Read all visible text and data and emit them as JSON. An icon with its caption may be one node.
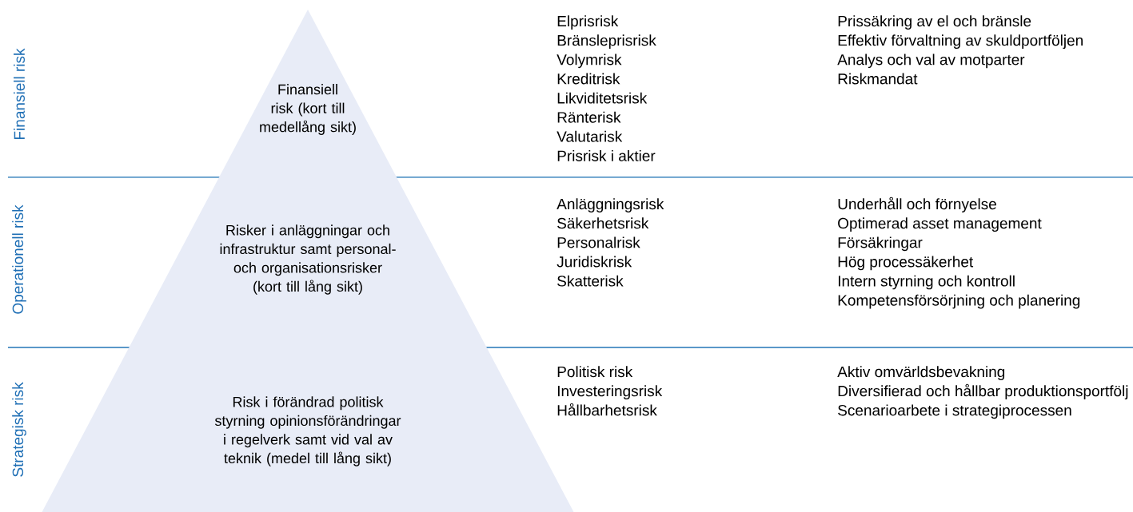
{
  "diagram": {
    "nodes": [
      {
        "text": [
          "Finansiell risk (kort till medellång sikt)"
        ]
      },
      {
        "text": [
          "Risker i anläggningar och infrastruktur samt personal- och organisationsrisker (kort till lång sikt)"
        ]
      },
      {
        "text": [
          "Risk i förändrad politisk styrning opinionsförändringar i regelverk samt vid val av teknik (medel till lång sikt)"
        ]
      }
    ],
    "labels": [
      "Finansiell risk",
      "Elprisrisk",
      "Bränsleprisrisk",
      "Volymrisk",
      "Kreditrisk",
      "Likviditetsrisk",
      "Ränterisk",
      "Valutarisk",
      "Prisrisk i aktier",
      "Prissäkring av el och bränsle",
      "Effektiv förvaltning av skuldportföljen",
      "Analys och val av motparter",
      "Riskmandat",
      "Operationell risk",
      "Anläggningsrisk",
      "Säkerhetsrisk",
      "Personalrisk",
      "Juridiskrisk",
      "Skatterisk",
      "Underhåll och förnyelse",
      "Optimerad asset management",
      "Försäkringar",
      "Hög processäkerhet",
      "Intern styrning och kontroll",
      "Kompetensförsörjning och planering",
      "Strategisk risk",
      "Politisk risk",
      "Investeringsrisk",
      "Hållbarhetsrisk",
      "Aktiv omvärldsbevakning",
      "Diversifierad och hållbar produktionsportfölj",
      "Scenarioarbete i strategiprocessen"
    ]
  }
}
